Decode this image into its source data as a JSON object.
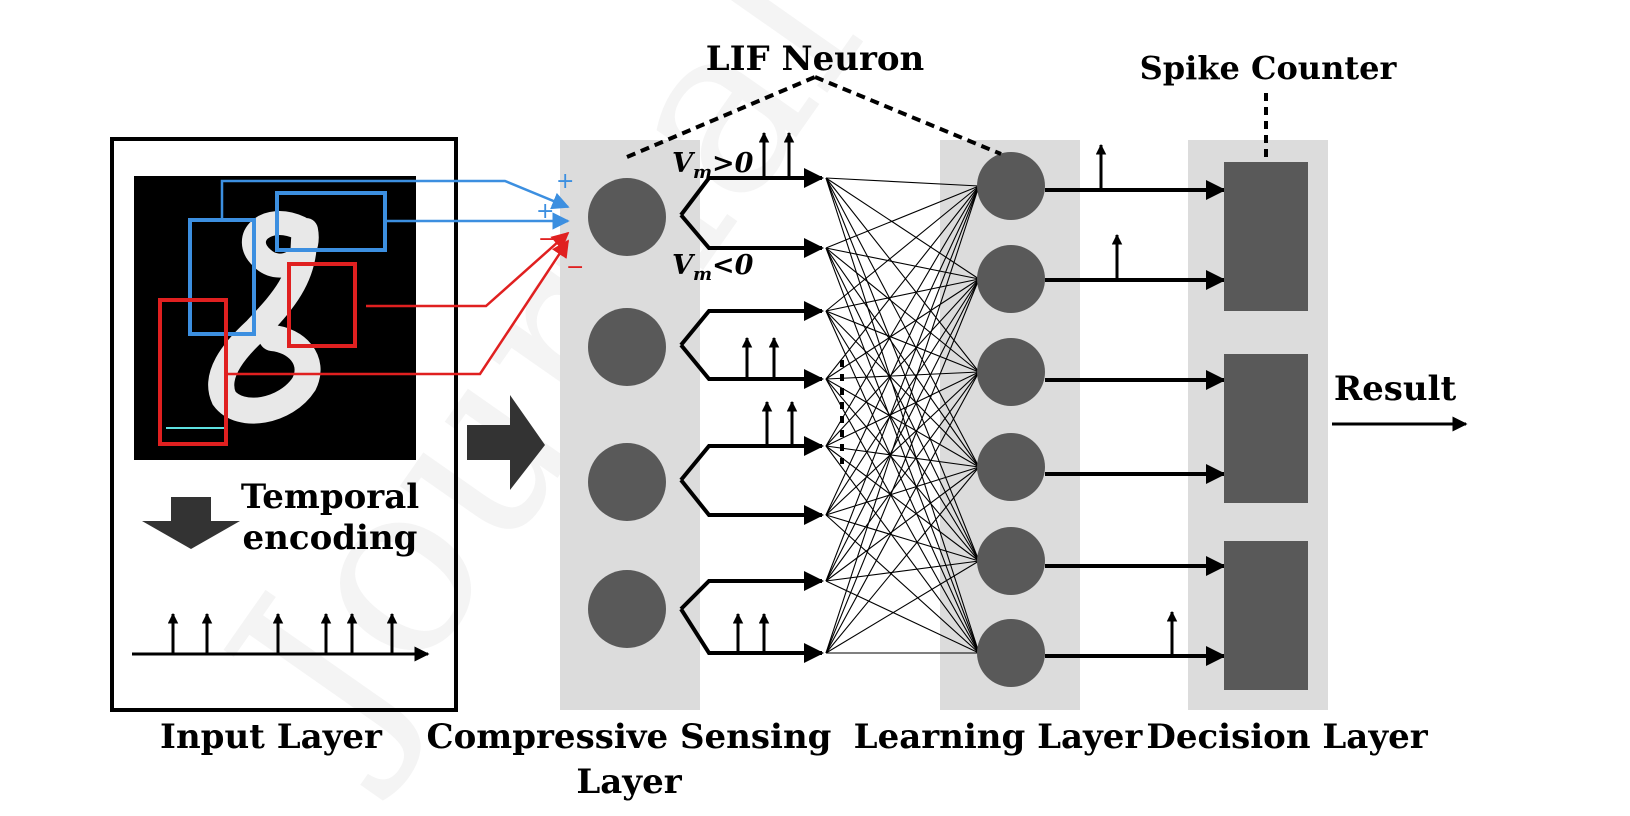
{
  "labels": {
    "lif_neuron": "LIF Neuron",
    "spike_counter": "Spike Counter",
    "result": "Result",
    "temporal_line1": "Temporal",
    "temporal_line2": "encoding",
    "input_layer": "Input Layer",
    "cs_layer_line1": "Compressive Sensing",
    "cs_layer_line2": "Layer",
    "learning_layer": "Learning Layer",
    "decision_layer": "Decision Layer",
    "vm_symbol": "V",
    "vm_subscript": "m",
    "vm_pos": ">0",
    "vm_neg": "<0",
    "plus": "+",
    "minus": "−"
  },
  "watermark": "Journal Pre-proof",
  "colors": {
    "panel": "#dcdcdc",
    "neuron": "#595959",
    "counter": "#595959",
    "blue_box": "#3c8fe0",
    "red_box": "#e02020",
    "line": "#000000"
  }
}
